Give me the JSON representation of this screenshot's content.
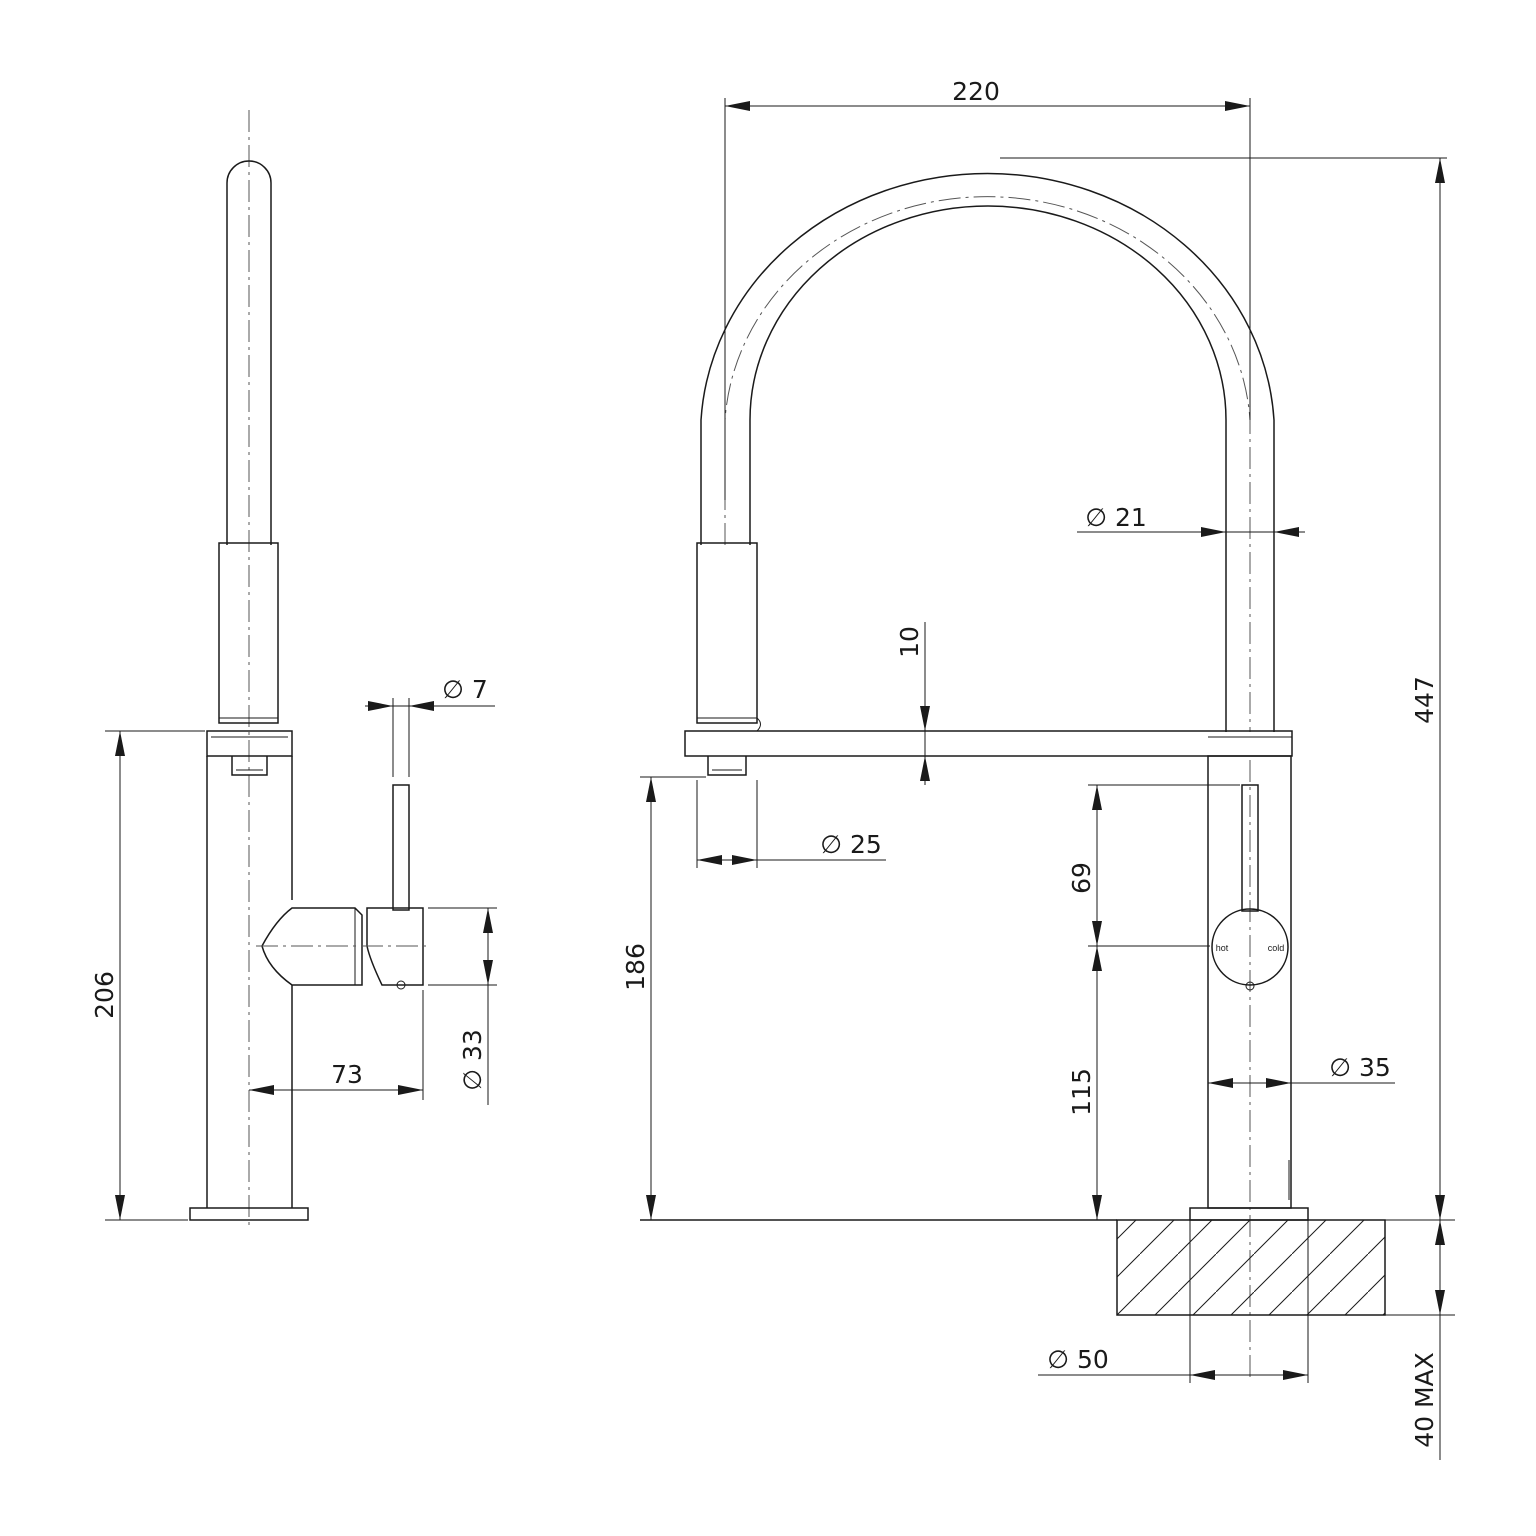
{
  "colors": {
    "line": "#1a1a1a",
    "centerline": "#555555",
    "background": "#ffffff"
  },
  "side_view": {
    "dim_hose_diameter": "∅ 7",
    "dim_body_height": "206",
    "dim_lever_reach": "73",
    "dim_lever_diameter": "∅ 33"
  },
  "front_view": {
    "dim_spout_reach": "220",
    "dim_spout_tube_diameter": "∅ 21",
    "dim_spout_arm_thickness": "10",
    "dim_outlet_height": "186",
    "dim_nozzle_diameter": "∅ 25",
    "dim_lever_to_top": "69",
    "dim_lever_height": "115",
    "dim_body_diameter": "∅ 35",
    "dim_overall_height": "447",
    "dim_base_diameter": "∅ 50",
    "dim_bench_thickness": "40 MAX",
    "handle_label_hot": "hot",
    "handle_label_cold": "cold"
  }
}
